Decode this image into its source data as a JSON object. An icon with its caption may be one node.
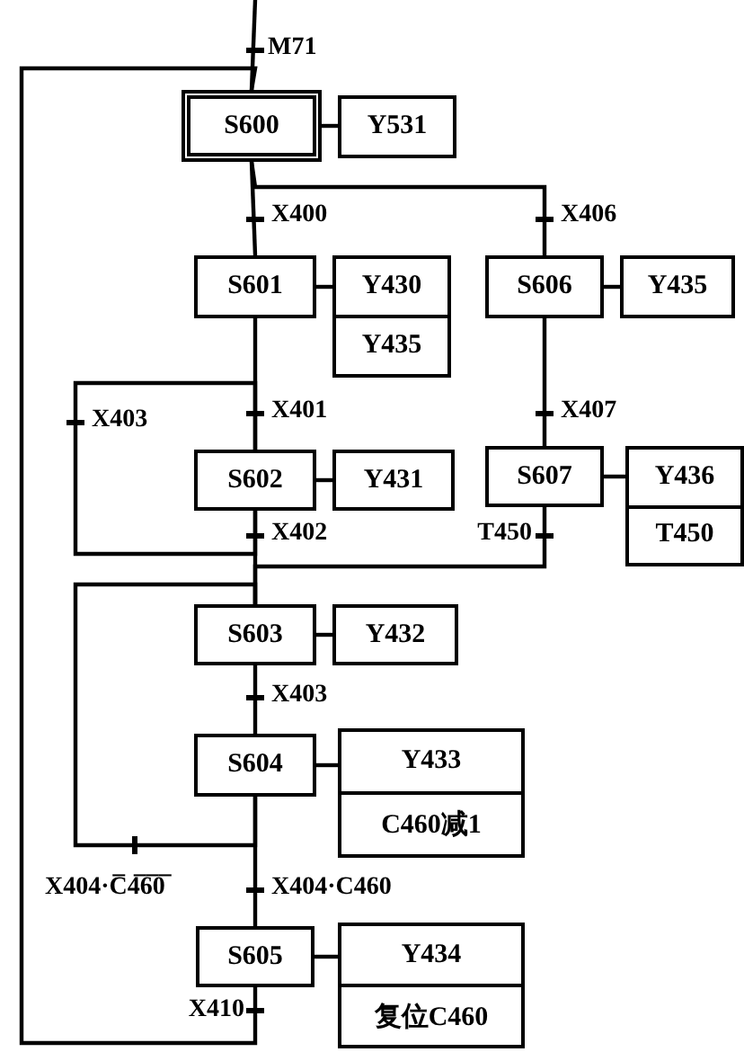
{
  "diagram": {
    "nodes": [
      {
        "text": [
          "S600"
        ]
      },
      {
        "text": [
          "Y531"
        ]
      },
      {
        "text": [
          "S601"
        ]
      },
      {
        "text": [
          "Y430",
          "Y435"
        ]
      },
      {
        "text": [
          "S606"
        ]
      },
      {
        "text": [
          "Y435"
        ]
      },
      {
        "text": [
          "S602"
        ]
      },
      {
        "text": [
          "Y431"
        ]
      },
      {
        "text": [
          "S607"
        ]
      },
      {
        "text": [
          "Y436",
          "T450"
        ]
      },
      {
        "text": [
          "S603"
        ]
      },
      {
        "text": [
          "Y432"
        ]
      },
      {
        "text": [
          "S604"
        ]
      },
      {
        "text": [
          "Y433",
          "C460减1"
        ]
      },
      {
        "text": [
          "S605"
        ]
      },
      {
        "text": [
          "Y434",
          "复位C460"
        ]
      }
    ],
    "edges": [
      {
        "from": null,
        "to": 0,
        "arrow": "none",
        "label": "M71"
      },
      {
        "from": 0,
        "to": 1,
        "arrow": "none"
      },
      {
        "from": 0,
        "to": 2,
        "arrow": "none",
        "label": "X400"
      },
      {
        "from": 0,
        "to": 4,
        "arrow": "none",
        "label": "X406"
      },
      {
        "from": 2,
        "to": 3,
        "arrow": "none"
      },
      {
        "from": 4,
        "to": 5,
        "arrow": "none"
      },
      {
        "from": 2,
        "to": 6,
        "arrow": "none",
        "label": "X401"
      },
      {
        "from": 4,
        "to": 8,
        "arrow": "none",
        "label": "X407"
      },
      {
        "from": 6,
        "to": 7,
        "arrow": "none"
      },
      {
        "from": 8,
        "to": 9,
        "arrow": "none"
      },
      {
        "from": 6,
        "to": 10,
        "arrow": "none",
        "label": "X402"
      },
      {
        "from": 8,
        "to": 10,
        "arrow": "none",
        "label": "T450"
      },
      {
        "from": 6,
        "to": 6,
        "arrow": "none",
        "label": "X403"
      },
      {
        "from": 10,
        "to": 11,
        "arrow": "none"
      },
      {
        "from": 10,
        "to": 12,
        "arrow": "none",
        "label": "X403"
      },
      {
        "from": 12,
        "to": 13,
        "arrow": "none"
      },
      {
        "from": 12,
        "to": 10,
        "arrow": "none",
        "label": "X404·C̅4̅6̅0̅"
      },
      {
        "from": 12,
        "to": 14,
        "arrow": "none",
        "label": "X404·C460"
      },
      {
        "from": 14,
        "to": 15,
        "arrow": "none"
      },
      {
        "from": 14,
        "to": 0,
        "arrow": "none",
        "label": "X410"
      }
    ]
  }
}
